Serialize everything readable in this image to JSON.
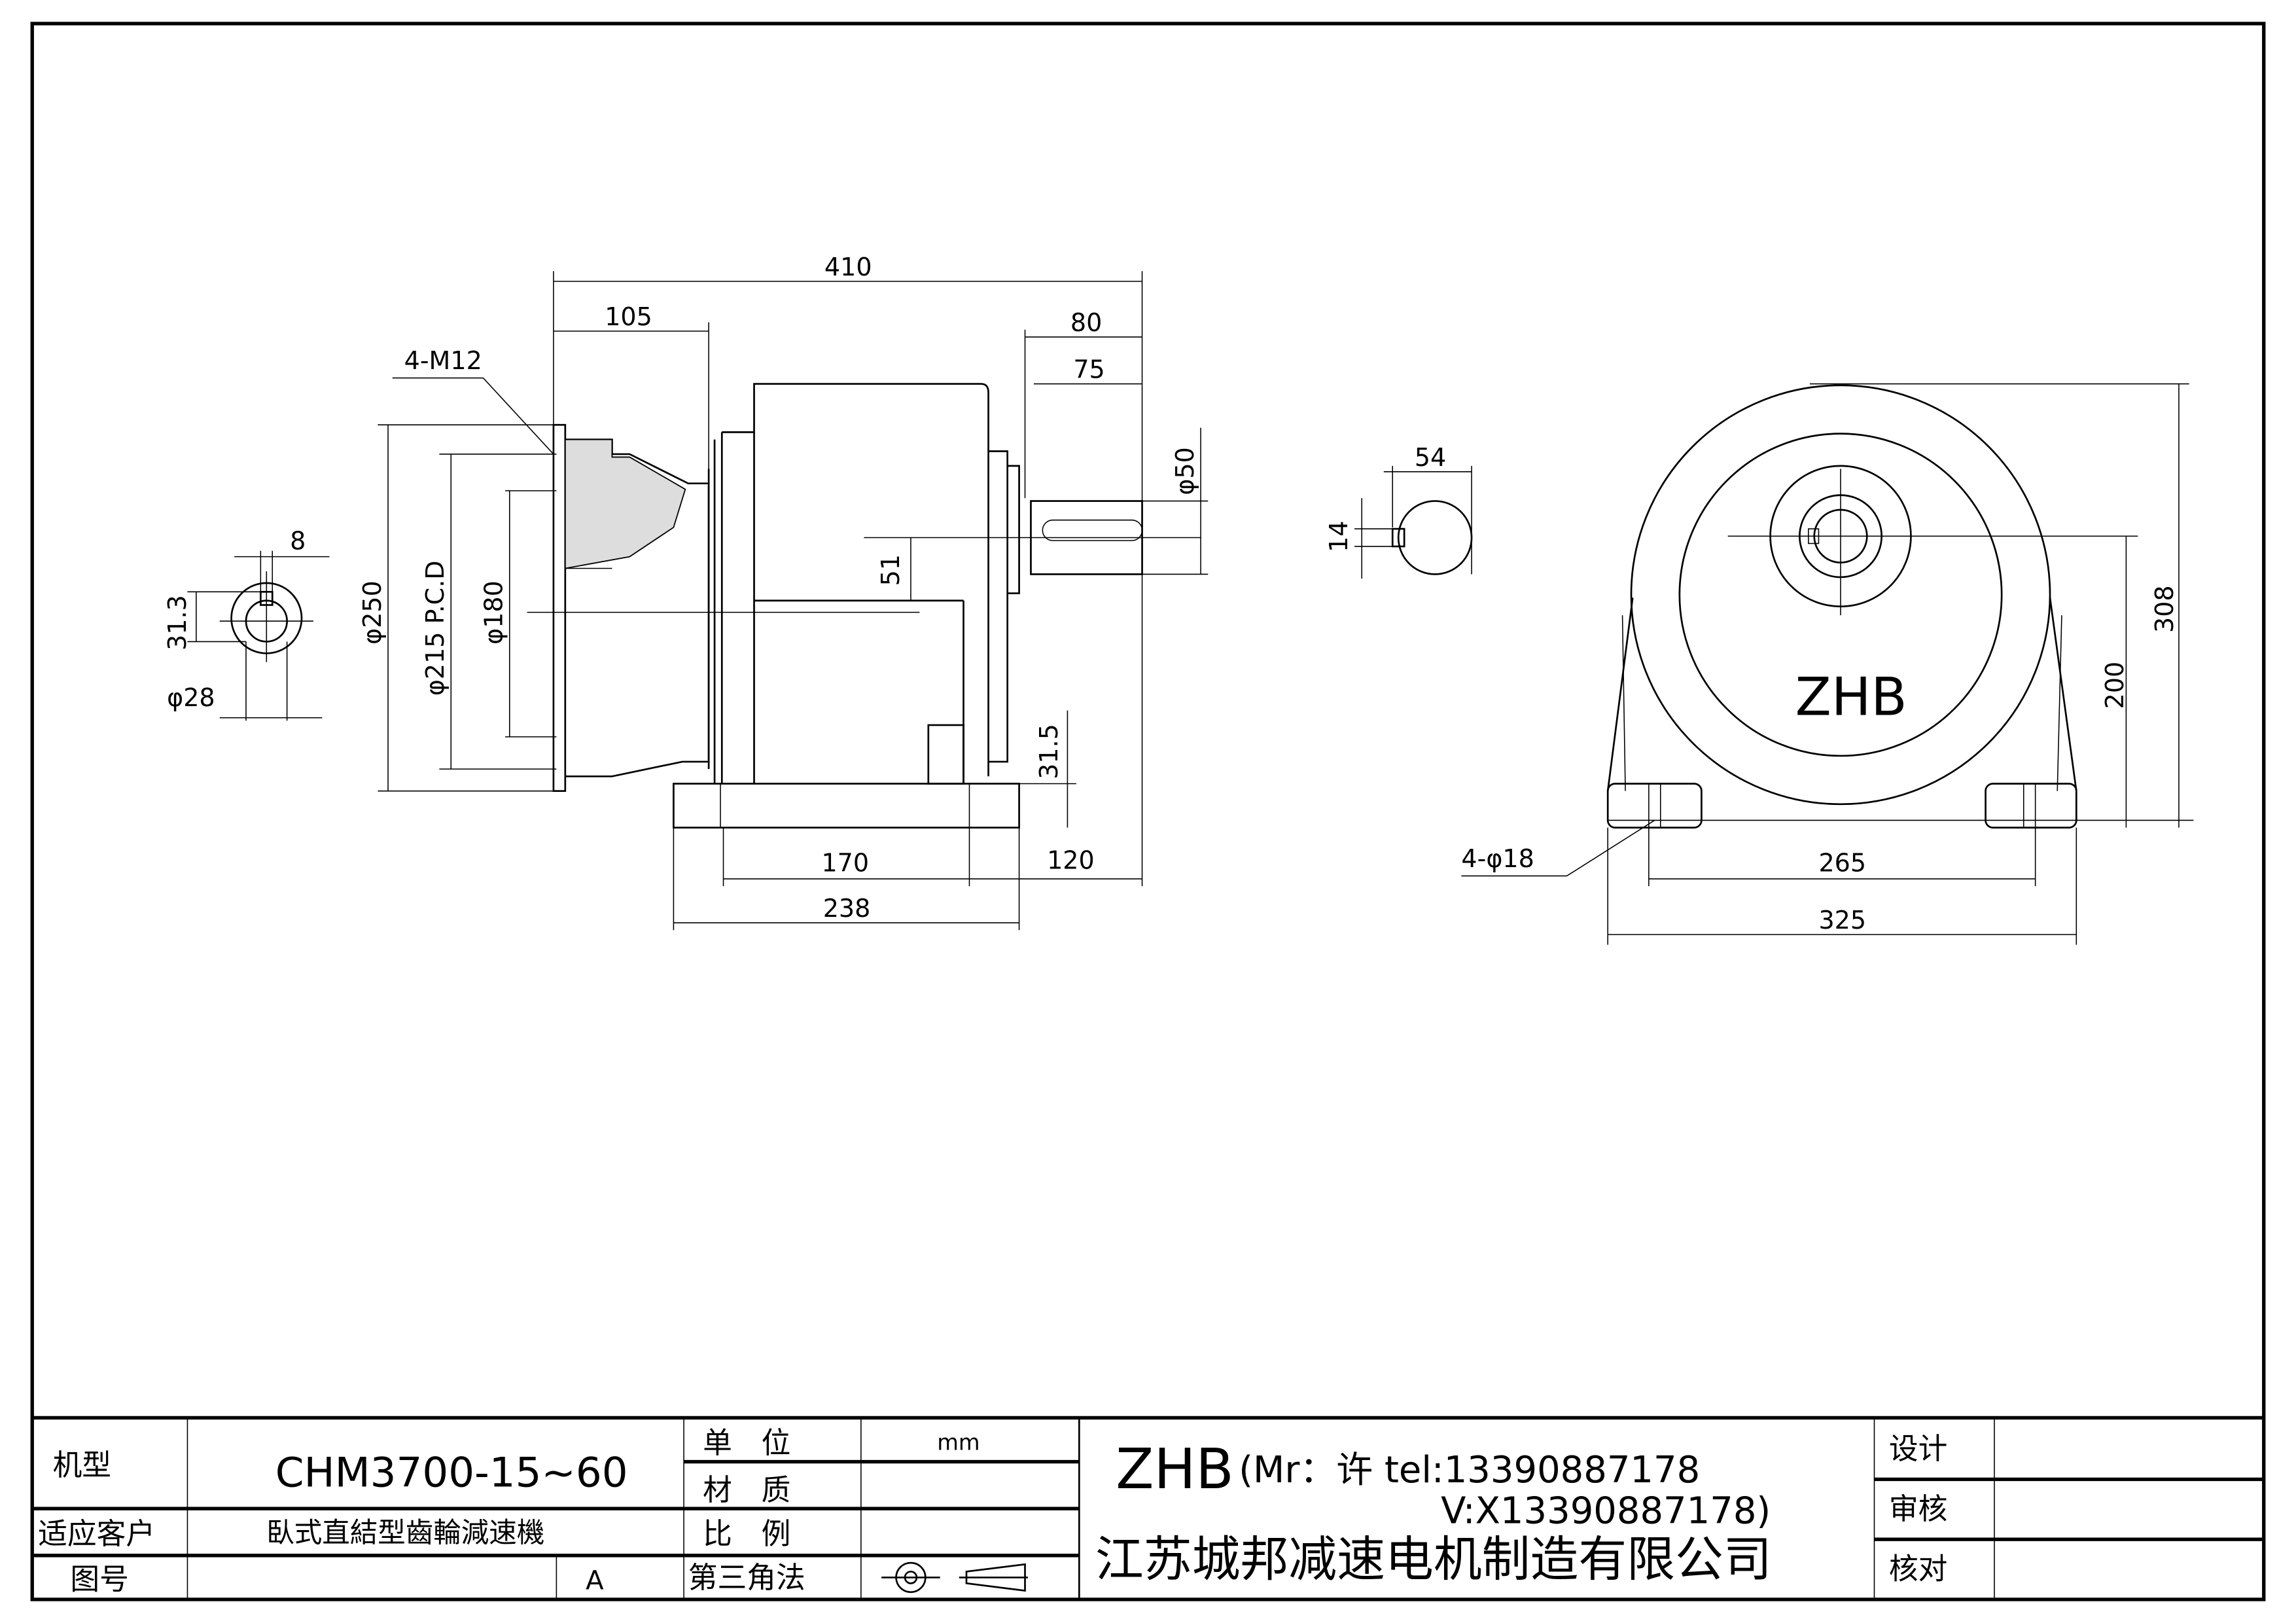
{
  "side_view": {
    "dims": {
      "overall_length": "410",
      "flange_depth": "105",
      "shaft_length": "80",
      "key_length": "75",
      "shaft_dia": "φ50",
      "shaft_height_offset": "51",
      "foot_thickness": "31.5",
      "foot_hole_spacing": "170",
      "shaft_to_foot": "120",
      "foot_length": "238",
      "flange_od": "φ250",
      "pcd": "φ215 P.C.D",
      "spigot": "φ180",
      "bolts": "4-M12"
    }
  },
  "input_bore": {
    "key_width": "8",
    "key_depth": "31.3",
    "bore_dia": "φ28"
  },
  "shaft_section": {
    "shaft_key_depth": "54",
    "shaft_key_width": "14"
  },
  "front_view": {
    "logo": "ZHB",
    "overall_height": "308",
    "center_height": "200",
    "hole_spacing": "265",
    "base_width": "325",
    "holes": "4-φ18"
  },
  "title_block": {
    "model_label": "机型",
    "model_value": "CHM3700-15~60",
    "customer_label": "适应客户",
    "customer_value": "臥式直結型齒輪減速機",
    "drawing_no_label": "图号",
    "revision": "A",
    "unit_label": "单　位",
    "unit_value": "mm",
    "material_label": "材　质",
    "scale_label": "比　例",
    "projection_label": "第三角法",
    "brand": "ZHB",
    "contact_line1": "(Mr：许 tel:13390887178",
    "contact_line2": "V:X13390887178)",
    "company": "江苏城邦减速电机制造有限公司",
    "design_label": "设计",
    "review_label": "审核",
    "check_label": "核对"
  }
}
